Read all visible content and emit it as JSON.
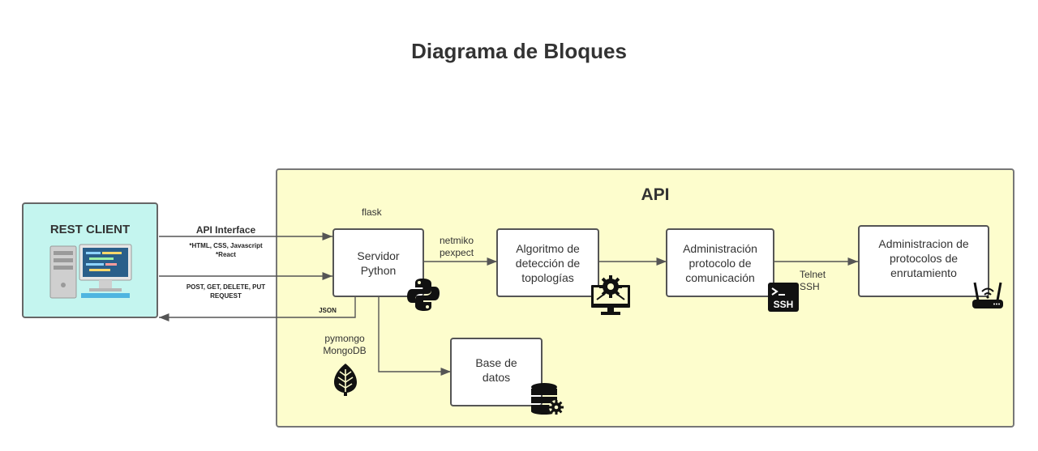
{
  "title": "Diagrama de Bloques",
  "api": {
    "title": "API"
  },
  "client": {
    "title": "REST CLIENT"
  },
  "blocks": {
    "server": "Servidor\nPython",
    "topology": "Algoritmo de\ndetección de\ntopologías",
    "protocol": "Administración\nprotocolo de\ncomunicación",
    "routing": "Administracion de\nprotocolos de\nenrutamiento",
    "database": "Base de\ndatos"
  },
  "labels": {
    "flask": "flask",
    "api_interface": "API Interface",
    "api_interface_detail": "*HTML, CSS, Javascript\n*React",
    "request": "POST, GET, DELETE, PUT\nREQUEST",
    "json": "JSON",
    "netmiko": "netmiko\npexpect",
    "telnet": "Telnet\nSSH",
    "pymongo": "pymongo\nMongoDB"
  },
  "icons": {
    "client": "computer-icon",
    "server": "python-icon",
    "topology": "monitor-gear-icon",
    "protocol": "ssh-terminal-icon",
    "routing": "router-icon",
    "database": "database-gear-icon",
    "mongo": "mongodb-leaf-icon"
  },
  "colors": {
    "api_panel": "#fdfdcd",
    "client_panel": "#c4f5ef",
    "arrow": "#555555"
  }
}
